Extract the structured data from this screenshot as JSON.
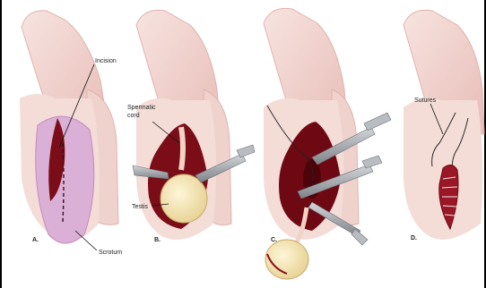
{
  "panels": [
    {
      "letter": "A.",
      "labels": {
        "incision": "Incision",
        "scrotum": "Scrotum"
      }
    },
    {
      "letter": "B.",
      "labels": {
        "cord": "Spermatic\ncord",
        "testis": "Testis"
      }
    },
    {
      "letter": "C.",
      "labels": {}
    },
    {
      "letter": "D.",
      "labels": {
        "sutures": "Sutures"
      }
    }
  ],
  "colors": {
    "skin": "#f3d6d1",
    "skin_shadow": "#e9b9b5",
    "wound": "#7a0d17",
    "wound_dark": "#4c0309",
    "testis": "#f2e6b8",
    "scrotum_tint": "#d9a9cf",
    "instrument": "#9b9fa4"
  }
}
